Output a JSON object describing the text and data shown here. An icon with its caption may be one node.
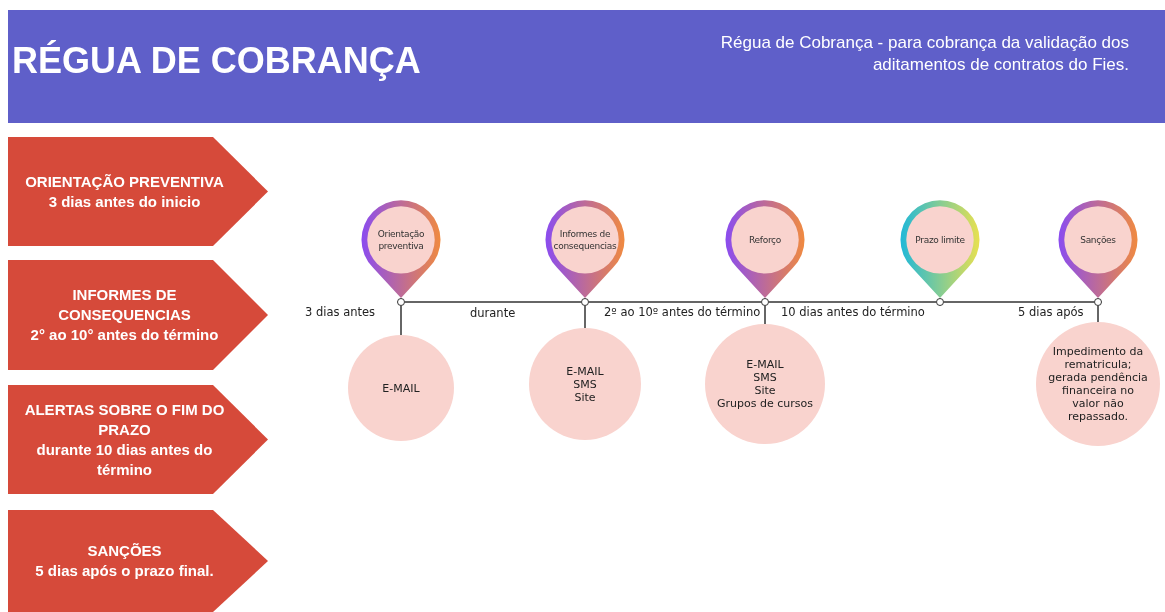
{
  "diagram": {
    "title": "RÉGUA DE COBRANÇA",
    "nodes": [
      {
        "text": [
          "ORIENTAÇÃO PREVENTIVA",
          "3 dias antes do inicio"
        ]
      },
      {
        "text": [
          "INFORMES DE CONSEQUENCIAS",
          "2° ao 10° antes do término"
        ]
      },
      {
        "text": [
          "ALERTAS SOBRE O FIM DO PRAZO",
          "durante 10 dias  antes do término"
        ]
      },
      {
        "text": [
          "SANÇÕES",
          "5 dias após o prazo final."
        ]
      },
      {
        "text": [
          "Orientação preventiva"
        ]
      },
      {
        "text": [
          "Informes de consequencias"
        ]
      },
      {
        "text": [
          "Reforço"
        ]
      },
      {
        "text": [
          "Prazo limite"
        ]
      },
      {
        "text": [
          "Sanções"
        ]
      },
      {
        "text": [
          "E-MAIL"
        ]
      },
      {
        "text": [
          "E-MAIL",
          "SMS",
          "Site"
        ]
      },
      {
        "text": [
          "E-MAIL",
          "SMS",
          "Site",
          "Grupos de cursos"
        ]
      },
      {
        "text": [
          "Impedimento da rematricula; gerada pendência financeira no valor não repassado."
        ]
      },
      {
        "text": [],
        "shape": "circle"
      },
      {
        "text": [],
        "shape": "circle"
      },
      {
        "text": [],
        "shape": "circle"
      },
      {
        "text": [],
        "shape": "circle"
      },
      {
        "text": [],
        "shape": "circle"
      }
    ],
    "edges": [
      {
        "from": 13,
        "to": 14,
        "arrow": "none"
      },
      {
        "from": 14,
        "to": 15,
        "arrow": "none"
      },
      {
        "from": 15,
        "to": 16,
        "arrow": "none"
      },
      {
        "from": 16,
        "to": 17,
        "arrow": "none"
      },
      {
        "from": 13,
        "to": 9,
        "arrow": "none"
      },
      {
        "from": 14,
        "to": 10,
        "arrow": "none"
      },
      {
        "from": 15,
        "to": 11,
        "arrow": "none"
      },
      {
        "from": 17,
        "to": 12,
        "arrow": "none"
      }
    ],
    "labels": [
      "Régua de Cobrança - para cobrança da validação dos aditamentos de contratos do Fies.",
      "3 dias antes",
      "durante",
      "2º ao 10º antes do término",
      "10 dias antes do término",
      "5 dias após"
    ]
  }
}
